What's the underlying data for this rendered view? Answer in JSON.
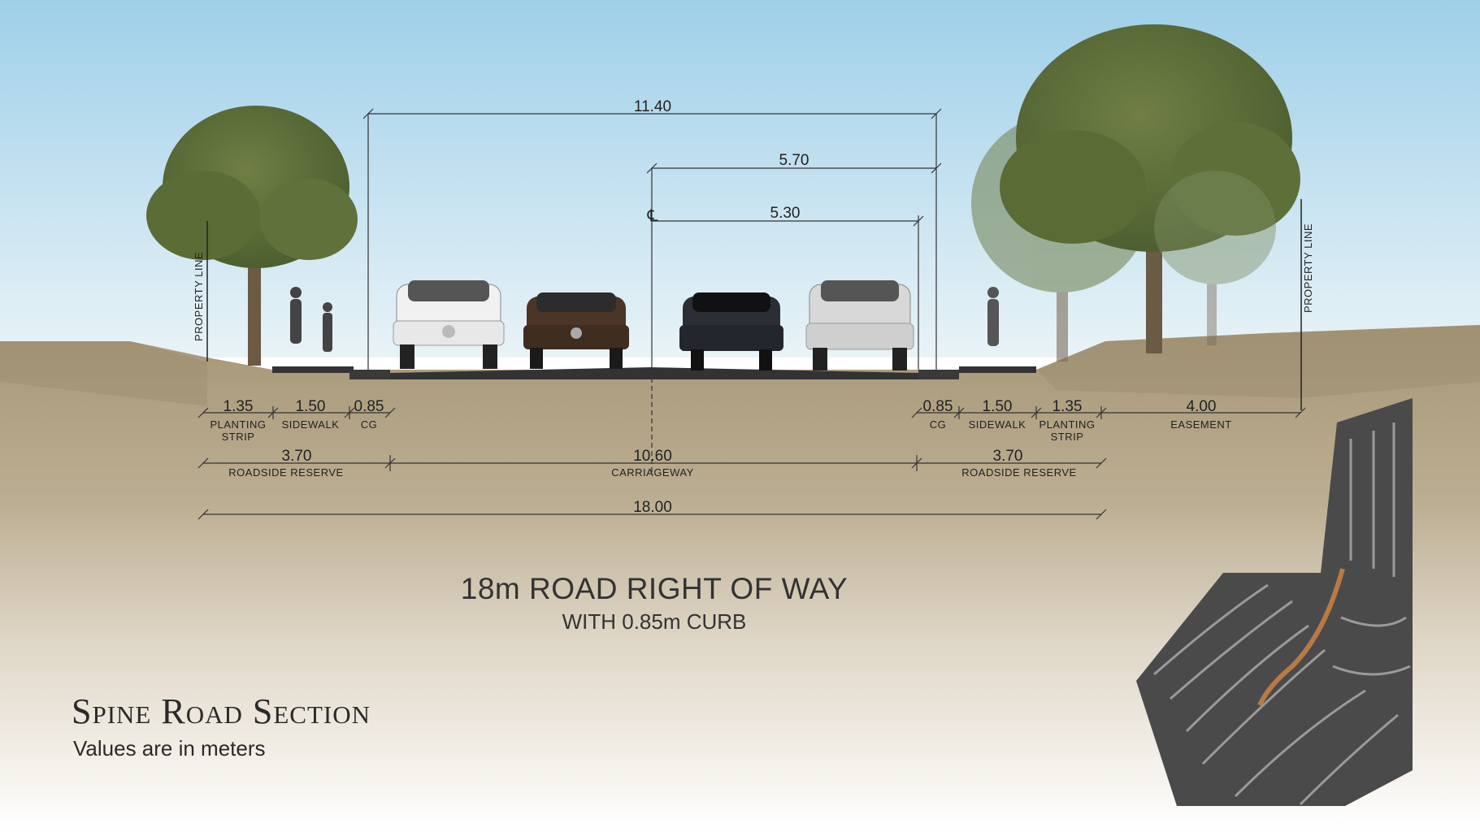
{
  "dimensions": {
    "overall_top": "11.40",
    "median_upper": "5.70",
    "median_lower": "5.30",
    "left": [
      {
        "value": "1.35",
        "label": "PLANTING",
        "label2": "STRIP"
      },
      {
        "value": "1.50",
        "label": "SIDEWALK",
        "label2": ""
      },
      {
        "value": "0.85",
        "label": "CG",
        "label2": ""
      }
    ],
    "right": [
      {
        "value": "0.85",
        "label": "CG",
        "label2": ""
      },
      {
        "value": "1.50",
        "label": "SIDEWALK",
        "label2": ""
      },
      {
        "value": "1.35",
        "label": "PLANTING",
        "label2": "STRIP"
      },
      {
        "value": "4.00",
        "label": "EASEMENT",
        "label2": ""
      }
    ],
    "roadside_left": {
      "value": "3.70",
      "label": "ROADSIDE  RESERVE"
    },
    "carriageway": {
      "value": "10.60",
      "label": "CARRIAGEWAY"
    },
    "roadside_right": {
      "value": "3.70",
      "label": "ROADSIDE  RESERVE"
    },
    "total": {
      "value": "18.00"
    }
  },
  "property_line_left": "PROPERTY  LINE",
  "property_line_right": "PROPERTY  LINE",
  "centerline_symbol": "℄",
  "titles": {
    "main": "18m ROAD RIGHT OF WAY",
    "sub": "WITH 0.85m CURB",
    "section": "Spine Road Section",
    "note": "Values are in meters"
  },
  "colors": {
    "sky_top": "#a9d4ea",
    "ground": "#b5a689",
    "road": "#3a3a3a",
    "tree": "#5c6e3a",
    "map_bg": "#4a4a4a",
    "spine_road": "#b87a44"
  },
  "icons": [
    "tree-icon",
    "car-icon",
    "pedestrian-icon",
    "site-map-icon"
  ]
}
